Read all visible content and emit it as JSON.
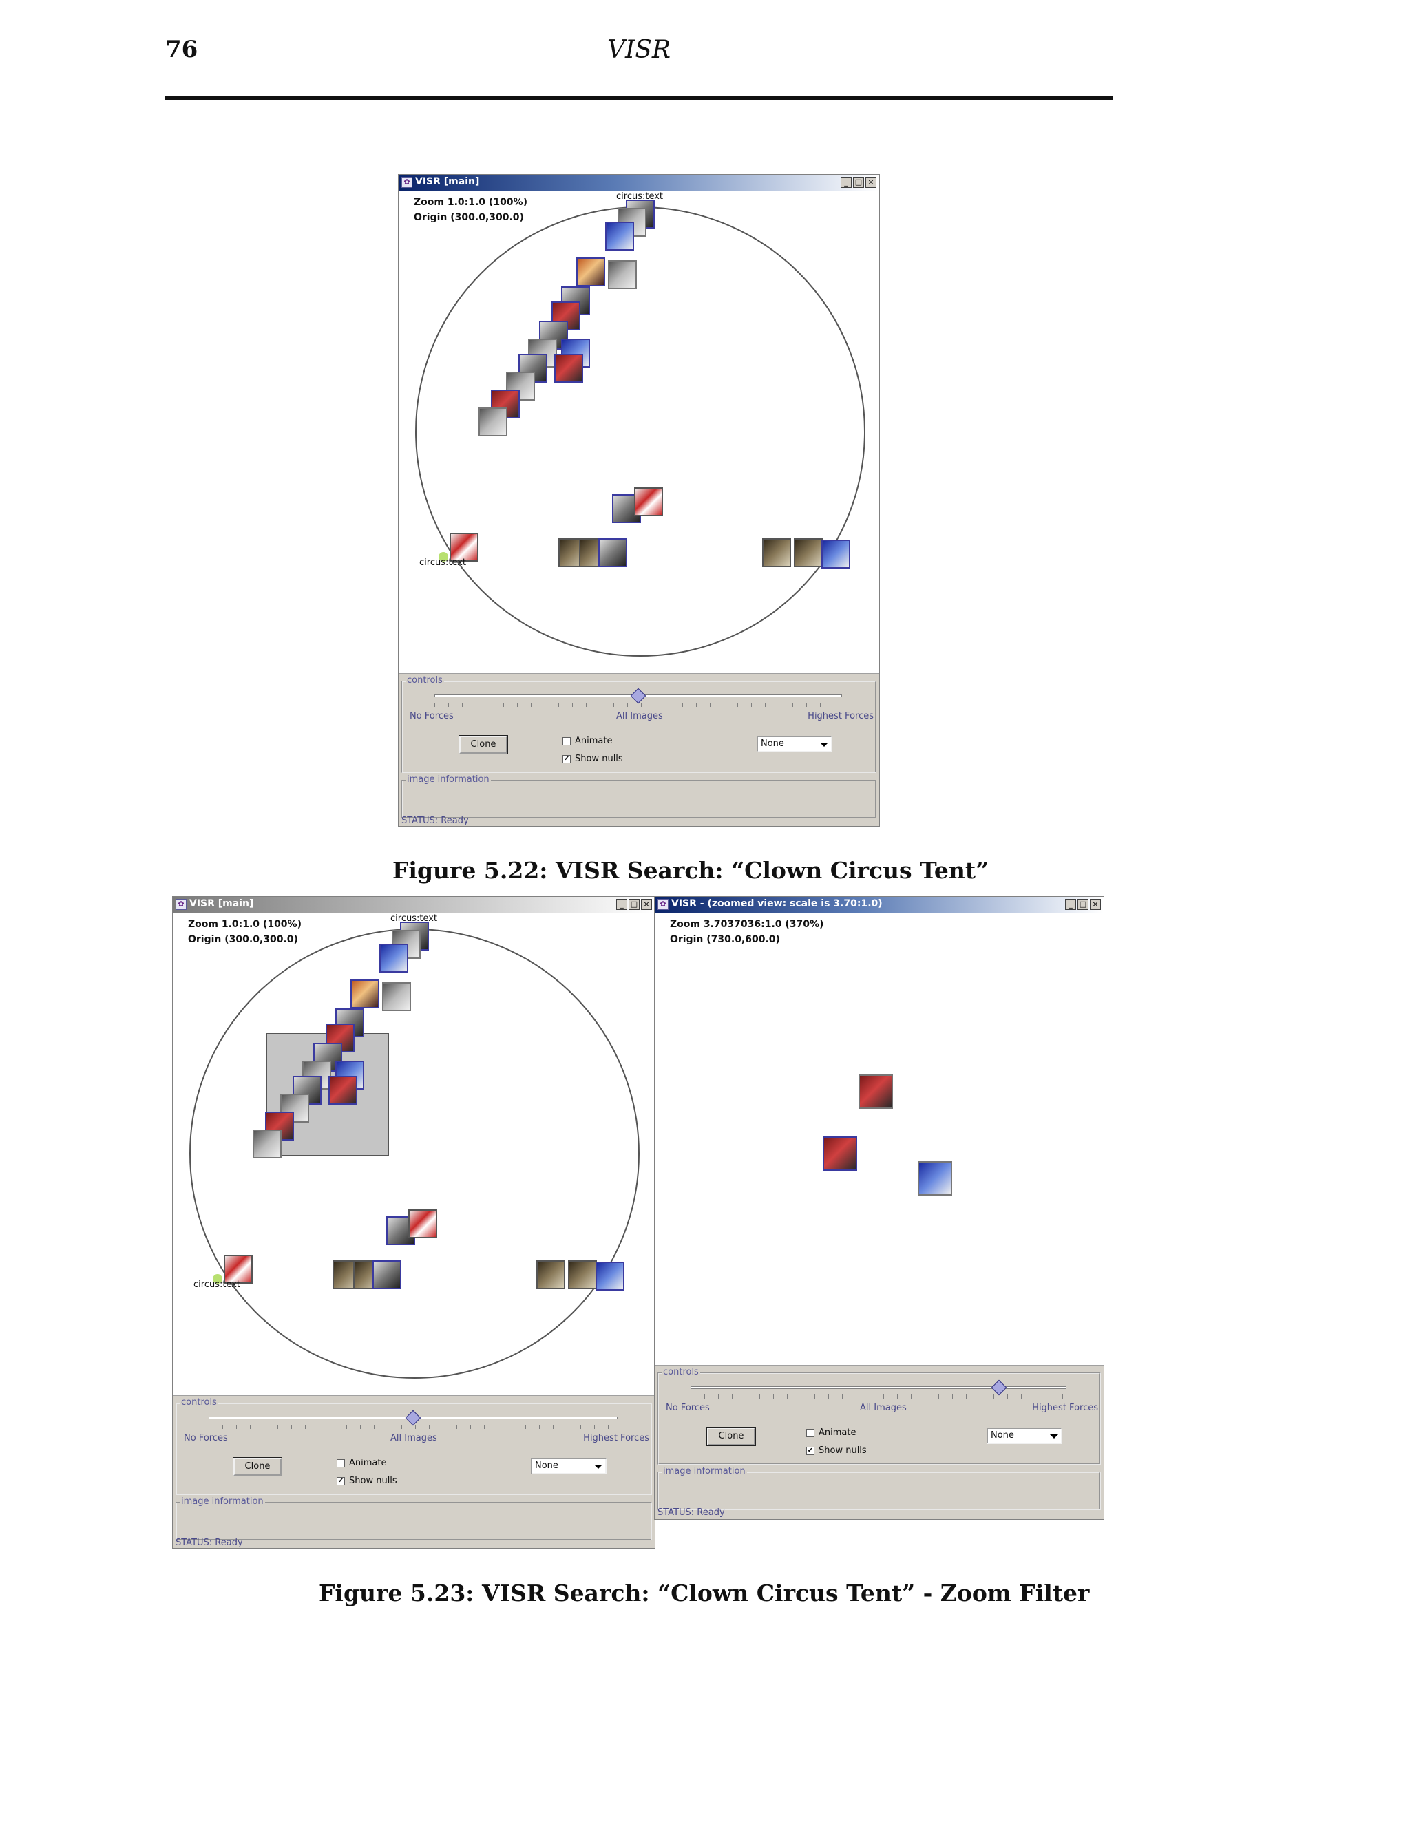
{
  "header": {
    "page_number": "76",
    "running_title": "VISR"
  },
  "figure_5_22": {
    "caption": "Figure 5.22: VISR Search: “Clown Circus Tent”",
    "window": {
      "title": "VISR [main]",
      "zoom": "Zoom 1.0:1.0 (100%)",
      "origin": "Origin (300.0,300.0)",
      "node_top_label": "circus:text",
      "node_left_label": "circus:text",
      "controls": {
        "legend": "controls",
        "no_forces": "No Forces",
        "all_images": "All Images",
        "highest_forces": "Highest Forces",
        "slider_value": 0.5,
        "clone": "Clone",
        "animate": "Animate",
        "animate_checked": false,
        "show_nulls": "Show nulls",
        "show_nulls_checked": true,
        "dropdown": "None"
      },
      "image_information": "image information",
      "status": "STATUS: Ready"
    }
  },
  "figure_5_23": {
    "caption": "Figure 5.23: VISR Search: “Clown Circus Tent” - Zoom Filter",
    "main_window": {
      "title": "VISR [main]",
      "zoom": "Zoom 1.0:1.0 (100%)",
      "origin": "Origin (300.0,300.0)",
      "node_top_label": "circus:text",
      "node_left_label": "circus:text",
      "controls": {
        "legend": "controls",
        "no_forces": "No Forces",
        "all_images": "All Images",
        "highest_forces": "Highest Forces",
        "slider_value": 0.5,
        "clone": "Clone",
        "animate": "Animate",
        "show_nulls": "Show nulls",
        "dropdown": "None"
      },
      "image_information": "image information",
      "status": "STATUS: Ready"
    },
    "zoom_window": {
      "title": "VISR - (zoomed view: scale is 3.70:1.0)",
      "zoom": "Zoom 3.7037036:1.0 (370%)",
      "origin": "Origin (730.0,600.0)",
      "controls": {
        "legend": "controls",
        "no_forces": "No Forces",
        "all_images": "All Images",
        "highest_forces": "Highest Forces",
        "slider_value": 0.82,
        "clone": "Clone",
        "animate": "Animate",
        "show_nulls": "Show nulls",
        "dropdown": "None"
      },
      "image_information": "image information",
      "status": "STATUS: Ready"
    }
  },
  "icons": {
    "window_buttons": [
      "minimize-icon",
      "maximize-icon",
      "close-icon"
    ],
    "checkmark": "✔"
  }
}
